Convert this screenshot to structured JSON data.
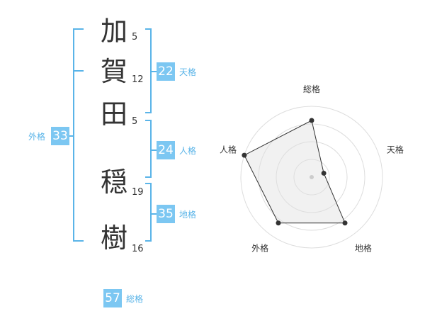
{
  "name": {
    "chars": [
      {
        "char": "加",
        "strokes": "5"
      },
      {
        "char": "賀",
        "strokes": "12"
      },
      {
        "char": "田",
        "strokes": "5"
      },
      {
        "char": "穏",
        "strokes": "19"
      },
      {
        "char": "樹",
        "strokes": "16"
      }
    ]
  },
  "scores": {
    "tenkaku": {
      "value": "22",
      "label": "天格"
    },
    "jinkaku": {
      "value": "24",
      "label": "人格"
    },
    "chikaku": {
      "value": "35",
      "label": "地格"
    },
    "gaikaku": {
      "value": "33",
      "label": "外格"
    },
    "soukaku": {
      "value": "57",
      "label": "総格"
    }
  },
  "colors": {
    "accent": "#5ab4e8",
    "badge": "#7cc7f2",
    "text": "#333333",
    "grid": "#dddddd",
    "fill": "#f0f0f0",
    "poly": "#333333"
  },
  "chart_data": {
    "type": "radar",
    "axes": [
      "総格",
      "天格",
      "地格",
      "外格",
      "人格"
    ],
    "levels": 4,
    "range": [
      0,
      5
    ],
    "values": [
      4,
      0.9,
      4,
      4,
      5
    ]
  }
}
